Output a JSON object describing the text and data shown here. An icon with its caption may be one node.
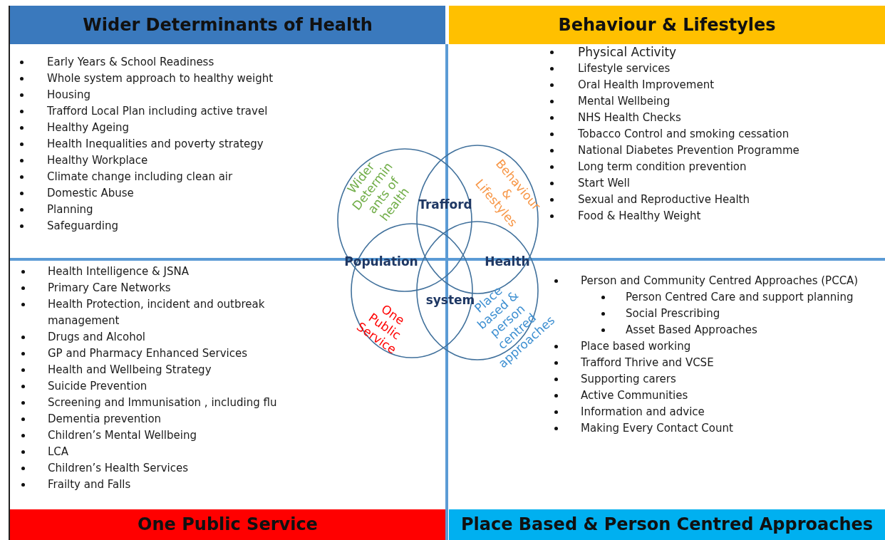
{
  "diagram": {
    "nodes": [
      {
        "text": [
          "Wider Determinants of Health",
          "Early Years & School Readiness",
          "Whole system approach to healthy weight",
          "Housing",
          "Trafford  Local Plan  including active travel",
          "Healthy Ageing",
          "Health Inequalities and poverty strategy",
          "Healthy Workplace",
          "Climate change  including clean air",
          "Domestic Abuse",
          "Planning",
          "Safeguarding"
        ]
      },
      {
        "text": [
          "Behaviour & Lifestyles",
          "Physical Activity",
          "Lifestyle services",
          "Oral Health Improvement",
          "Mental Wellbeing",
          "NHS Health Checks",
          "Tobacco Control and smoking cessation",
          "National Diabetes Prevention Programme",
          "Long term condition prevention",
          "Start Well",
          "Sexual and Reproductive Health",
          "Food & Healthy Weight"
        ]
      },
      {
        "text": [
          "One Public Service",
          "Health Intelligence & JSNA",
          "Primary Care Networks",
          "Health Protection, incident and outbreak management",
          "Drugs and Alcohol",
          "GP and Pharmacy Enhanced Services",
          "Health and Wellbeing Strategy",
          "Suicide Prevention",
          "Screening and Immunisation , including flu",
          "Dementia prevention",
          "Children’s Mental Wellbeing",
          "LCA",
          "Children’s Health Services",
          "Frailty and Falls"
        ]
      },
      {
        "text": [
          "Place Based & Person Centred Approaches",
          "Person and Community Centred Approaches (PCCA)",
          "Person Centred Care and support planning",
          "Social Prescribing",
          "Asset Based Approaches",
          "Place based working",
          "Trafford Thrive and VCSE",
          "Supporting carers",
          "Active Communities",
          "Information and advice",
          "Making Every Contact Count"
        ]
      },
      {
        "text": [
          "Wider Determin ants of health"
        ]
      },
      {
        "text": [
          "Behaviour & Lifestyles"
        ]
      },
      {
        "text": [
          "One Public Service"
        ]
      },
      {
        "text": [
          "Place based & person centred approaches"
        ]
      }
    ],
    "labels": [
      "Trafford",
      "Population",
      "Health",
      "system"
    ]
  }
}
